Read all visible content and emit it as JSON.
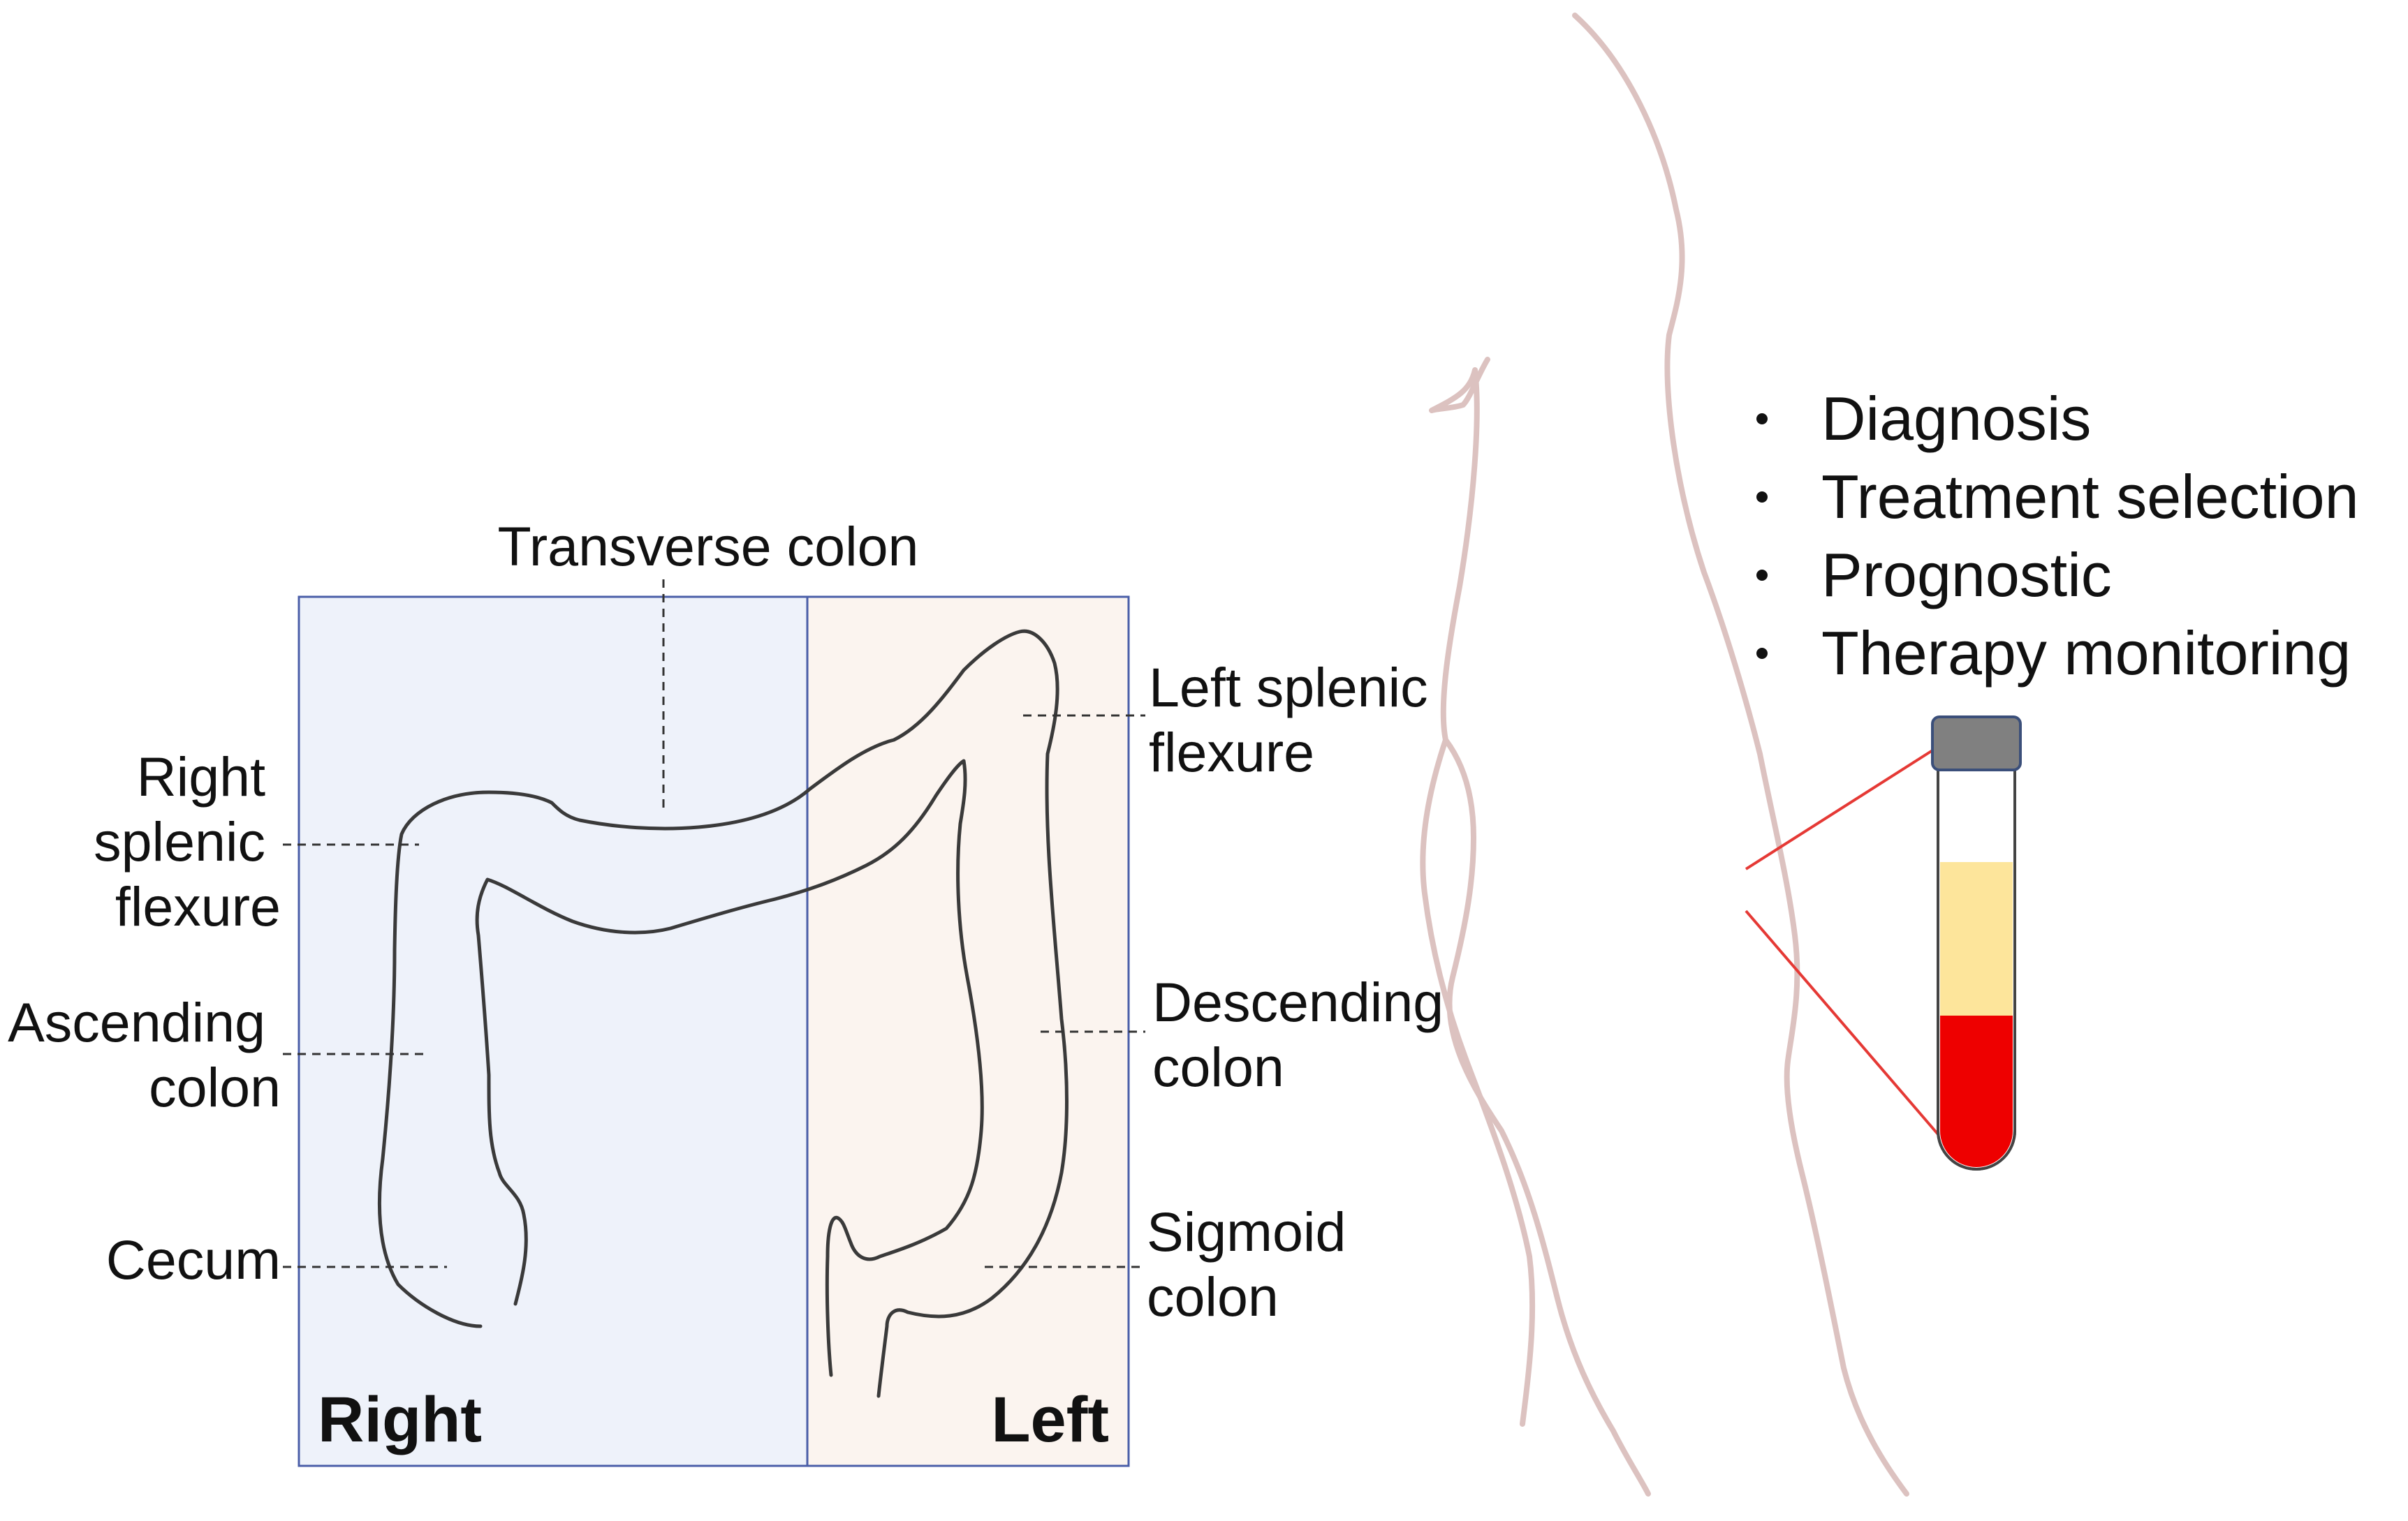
{
  "regions": {
    "right": {
      "label": "Right",
      "fill": "#eef2fa"
    },
    "left": {
      "label": "Left",
      "fill": "#fbf4ef"
    },
    "border_color": "#4a5ea8"
  },
  "labels": {
    "transverse_colon": "Transverse colon",
    "right_splenic_flexure": [
      "Right",
      "splenic",
      "flexure"
    ],
    "ascending_colon": [
      "Ascending",
      "colon"
    ],
    "cecum": "Cecum",
    "left_splenic_flexure": [
      "Left splenic",
      "flexure"
    ],
    "descending_colon": [
      "Descending",
      "colon"
    ],
    "sigmoid_colon": [
      "Sigmoid",
      "colon"
    ]
  },
  "uses": [
    "Diagnosis",
    "Treatment selection",
    "Prognostic",
    "Therapy monitoring"
  ],
  "blood_tube": {
    "cap_color": "#808080",
    "plasma_color": "#fde59b",
    "blood_color": "#ee0000",
    "pointer_color": "#e53935"
  },
  "body_outline_color": "#dcc2c0",
  "colon_outline_color": "#3a3a3a"
}
